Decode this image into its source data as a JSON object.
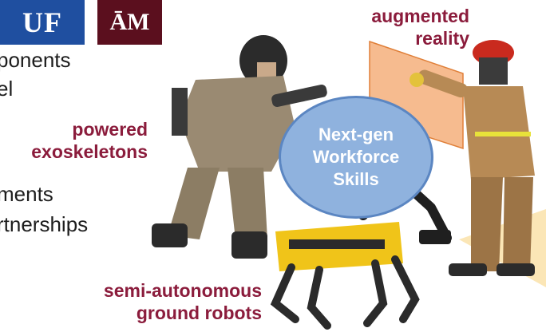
{
  "logos": {
    "uf": "UF",
    "tamu": "ĀM"
  },
  "bullets": [
    "ponents",
    "el",
    "ments",
    "rtnerships"
  ],
  "labels": {
    "augmented_reality": [
      "augmented",
      "reality"
    ],
    "powered_exoskeletons": [
      "powered",
      "exoskeletons"
    ],
    "ground_robots": [
      "semi-autonomous",
      "ground robots"
    ]
  },
  "center_circle": [
    "Next-gen",
    "Workforce",
    "Skills"
  ],
  "colors": {
    "label": "#8b1c3c",
    "circle_fill": "#8fb2de",
    "uf_blue": "#1f4fa0",
    "tamu_maroon": "#5b0f1e"
  }
}
